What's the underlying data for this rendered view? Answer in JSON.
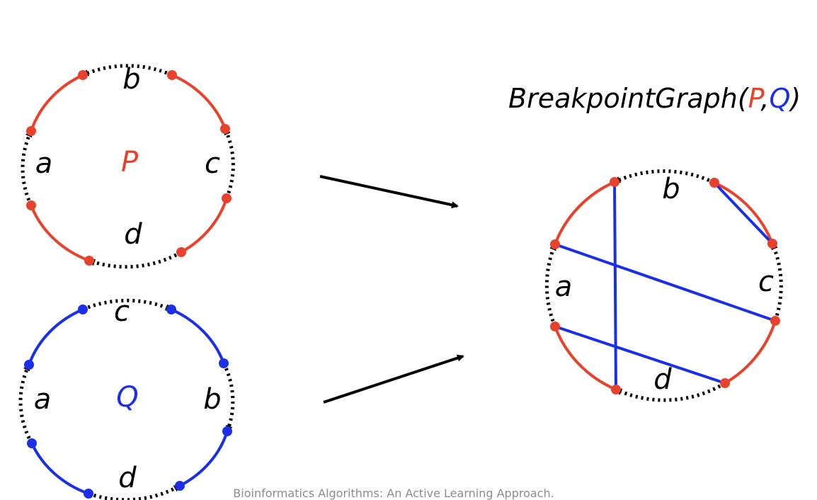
{
  "title": {
    "prefix": "BreakpointGraph(",
    "p": "P",
    "comma": ",",
    "q": "Q",
    "suffix": ")"
  },
  "colors": {
    "red": "#e8412c",
    "blue": "#1a2fe6",
    "black": "#000000",
    "footer": "#8c8c8c"
  },
  "genome_p": {
    "name": "P",
    "labels": {
      "a": "a",
      "b": "b",
      "c": "c",
      "d": "d"
    }
  },
  "genome_q": {
    "name": "Q",
    "labels": {
      "a": "a",
      "b": "b",
      "c": "c",
      "d": "d"
    }
  },
  "breakpoint_graph": {
    "labels": {
      "a": "a",
      "b": "b",
      "c": "c",
      "d": "d"
    }
  },
  "footer": "Bioinformatics Algorithms: An Active Learning Approach."
}
